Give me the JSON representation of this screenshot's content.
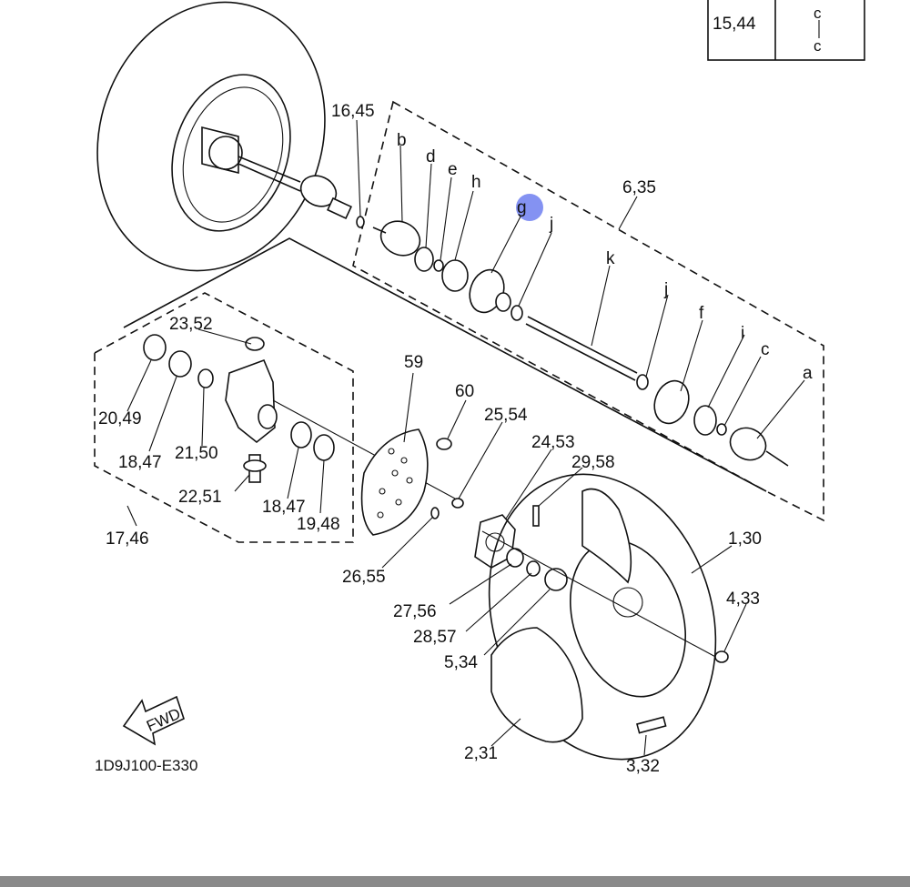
{
  "diagram": {
    "code": "1D9J100-E330",
    "fwd_label": "FWD",
    "legend": {
      "ref": "15,44",
      "letters": [
        "c",
        "c"
      ]
    },
    "highlight_color": "#6f7ff0",
    "labels": {
      "l1645": "16,45",
      "lb": "b",
      "ld": "d",
      "le": "e",
      "lh": "h",
      "lg": "g",
      "lj1": "j",
      "l635": "6,35",
      "lk": "k",
      "lj2": "j",
      "lf": "f",
      "li": "i",
      "lc": "c",
      "la": "a",
      "l2352": "23,52",
      "l2049": "20,49",
      "l1847a": "18,47",
      "l2150": "21,50",
      "l2251": "22,51",
      "l1847b": "18,47",
      "l1948": "19,48",
      "l1746": "17,46",
      "l59": "59",
      "l60": "60",
      "l2554": "25,54",
      "l2453": "24,53",
      "l2958": "29,58",
      "l130": "1,30",
      "l433": "4,33",
      "l2655": "26,55",
      "l2756": "27,56",
      "l2857": "28,57",
      "l534": "5,34",
      "l231": "2,31",
      "l332": "3,32"
    }
  }
}
